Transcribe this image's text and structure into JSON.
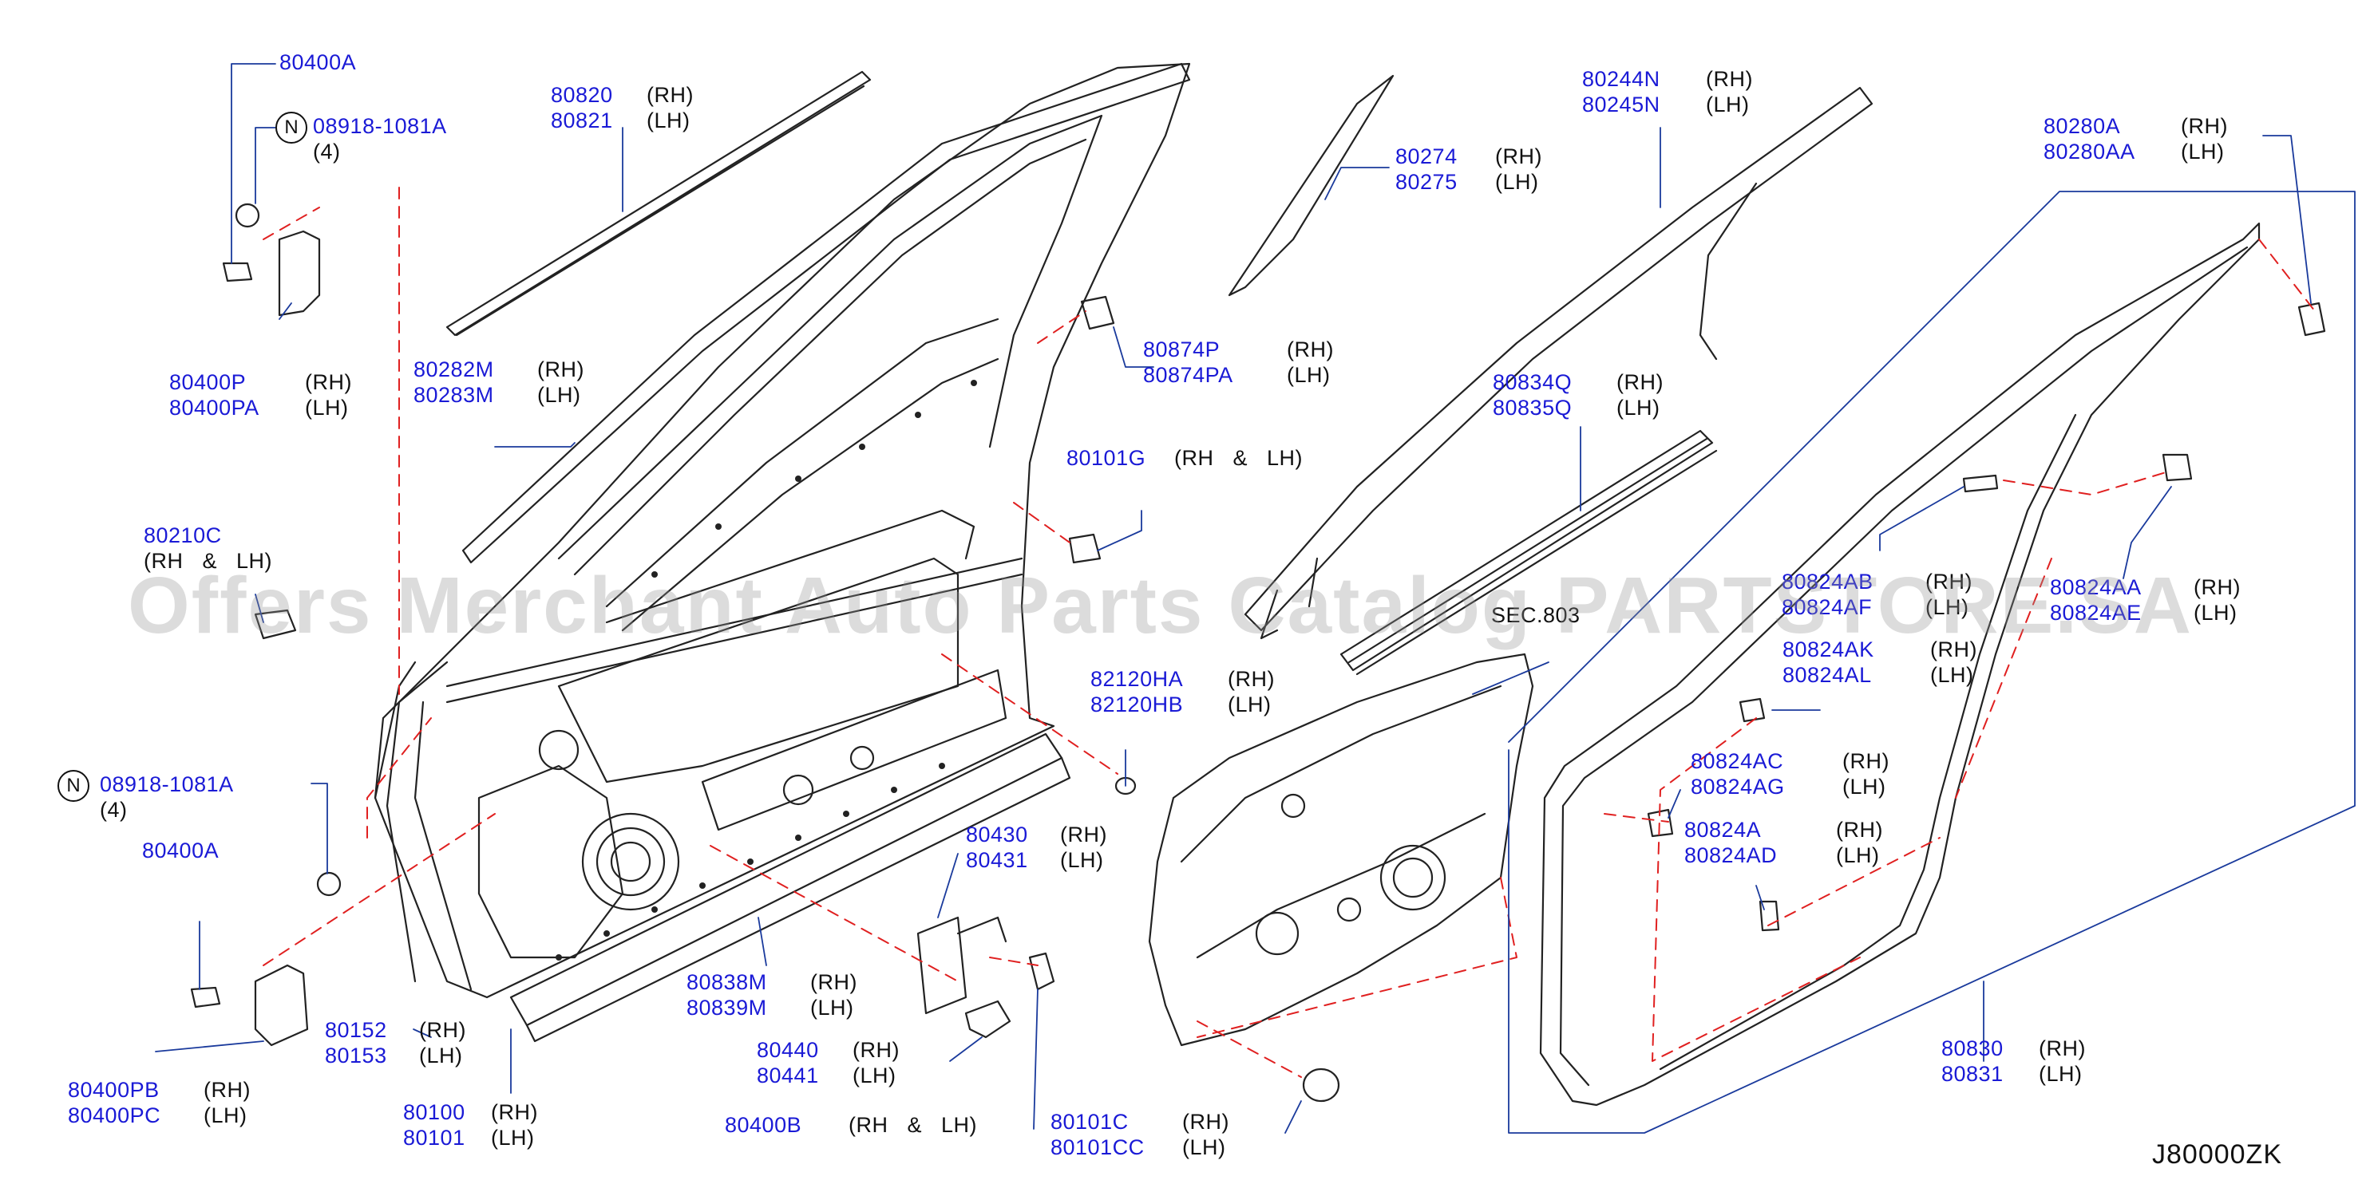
{
  "diagram_code": "J80000ZK",
  "watermark": "Offers Merchant Auto Parts Catalog PARTSTORE.SA",
  "labels": [
    {
      "id": "hinge-upper",
      "lines": [
        {
          "pn": "80400A",
          "sd": ""
        }
      ]
    },
    {
      "id": "bolt-upper",
      "badge": "N",
      "lines": [
        {
          "pn": "08918-1081A",
          "sd": ""
        },
        {
          "pn": "",
          "sd": "(4)"
        }
      ]
    },
    {
      "id": "hinge-upper-body",
      "lines": [
        {
          "pn": "80400P",
          "sd": "(RH)"
        },
        {
          "pn": "80400PA",
          "sd": "(LH)"
        }
      ]
    },
    {
      "id": "sash-outer",
      "lines": [
        {
          "pn": "80820",
          "sd": "(RH)"
        },
        {
          "pn": "80821",
          "sd": "(LH)"
        }
      ]
    },
    {
      "id": "sash-moulding",
      "lines": [
        {
          "pn": "80282M",
          "sd": "(RH)"
        },
        {
          "pn": "80283M",
          "sd": "(LH)"
        }
      ]
    },
    {
      "id": "check-pin",
      "lines": [
        {
          "pn": "80210C",
          "sd": ""
        },
        {
          "pn": "",
          "sd": "(RH   &   LH)"
        }
      ]
    },
    {
      "id": "bolt-lower",
      "badge": "N",
      "lines": [
        {
          "pn": "08918-1081A",
          "sd": ""
        },
        {
          "pn": "",
          "sd": "(4)"
        }
      ]
    },
    {
      "id": "hinge-lower",
      "lines": [
        {
          "pn": "80400A",
          "sd": ""
        }
      ]
    },
    {
      "id": "hinge-lower-body",
      "lines": [
        {
          "pn": "80400PB",
          "sd": "(RH)"
        },
        {
          "pn": "80400PC",
          "sd": "(LH)"
        }
      ]
    },
    {
      "id": "seal-inner",
      "lines": [
        {
          "pn": "80152",
          "sd": "(RH)"
        },
        {
          "pn": "80153",
          "sd": "(LH)"
        }
      ]
    },
    {
      "id": "door-panel",
      "lines": [
        {
          "pn": "80100",
          "sd": "(RH)"
        },
        {
          "pn": "80101",
          "sd": "(LH)"
        }
      ]
    },
    {
      "id": "pillar-trim",
      "lines": [
        {
          "pn": "80274",
          "sd": "(RH)"
        },
        {
          "pn": "80275",
          "sd": "(LH)"
        }
      ]
    },
    {
      "id": "bumper-stopper",
      "lines": [
        {
          "pn": "80874P",
          "sd": "(RH)"
        },
        {
          "pn": "80874PA",
          "sd": "(LH)"
        }
      ]
    },
    {
      "id": "bumper",
      "lines": [
        {
          "pn": "80101G",
          "sd": "(RH   &   LH)"
        }
      ]
    },
    {
      "id": "seal-plug",
      "lines": [
        {
          "pn": "82120HA",
          "sd": "(RH)"
        },
        {
          "pn": "82120HB",
          "sd": "(LH)"
        }
      ]
    },
    {
      "id": "check-link",
      "lines": [
        {
          "pn": "80430",
          "sd": "(RH)"
        },
        {
          "pn": "80431",
          "sd": "(LH)"
        }
      ]
    },
    {
      "id": "sill-moulding",
      "lines": [
        {
          "pn": "80838M",
          "sd": "(RH)"
        },
        {
          "pn": "80839M",
          "sd": "(LH)"
        }
      ]
    },
    {
      "id": "check-cover",
      "lines": [
        {
          "pn": "80440",
          "sd": "(RH)"
        },
        {
          "pn": "80441",
          "sd": "(LH)"
        }
      ]
    },
    {
      "id": "bolt-check",
      "lines": [
        {
          "pn": "80400B",
          "sd": "(RH   &   LH)"
        }
      ]
    },
    {
      "id": "striker-bolt",
      "lines": [
        {
          "pn": "80101C",
          "sd": "(RH)"
        },
        {
          "pn": "80101CC",
          "sd": "(LH)"
        }
      ]
    },
    {
      "id": "sash-upper",
      "lines": [
        {
          "pn": "80244N",
          "sd": "(RH)"
        },
        {
          "pn": "80245N",
          "sd": "(LH)"
        }
      ]
    },
    {
      "id": "glass-run",
      "lines": [
        {
          "pn": "80834Q",
          "sd": "(RH)"
        },
        {
          "pn": "80835Q",
          "sd": "(LH)"
        }
      ]
    },
    {
      "id": "sec-ref",
      "lines": [
        {
          "pn": "",
          "sd": "SEC.803"
        }
      ]
    },
    {
      "id": "clip-ab",
      "lines": [
        {
          "pn": "80824AB",
          "sd": "(RH)"
        },
        {
          "pn": "80824AF",
          "sd": "(LH)"
        }
      ]
    },
    {
      "id": "clip-aa",
      "lines": [
        {
          "pn": "80824AA",
          "sd": "(RH)"
        },
        {
          "pn": "80824AE",
          "sd": "(LH)"
        }
      ]
    },
    {
      "id": "clip-ak",
      "lines": [
        {
          "pn": "80824AK",
          "sd": "(RH)"
        },
        {
          "pn": "80824AL",
          "sd": "(LH)"
        }
      ]
    },
    {
      "id": "clip-ac",
      "lines": [
        {
          "pn": "80824AC",
          "sd": "(RH)"
        },
        {
          "pn": "80824AG",
          "sd": "(LH)"
        }
      ]
    },
    {
      "id": "clip-a",
      "lines": [
        {
          "pn": "80824A",
          "sd": "(RH)"
        },
        {
          "pn": "80824AD",
          "sd": "(LH)"
        }
      ]
    },
    {
      "id": "weatherstrip",
      "lines": [
        {
          "pn": "80830",
          "sd": "(RH)"
        },
        {
          "pn": "80831",
          "sd": "(LH)"
        }
      ]
    },
    {
      "id": "retainer-clip",
      "lines": [
        {
          "pn": "80280A",
          "sd": "(RH)"
        },
        {
          "pn": "80280AA",
          "sd": "(LH)"
        }
      ]
    }
  ]
}
